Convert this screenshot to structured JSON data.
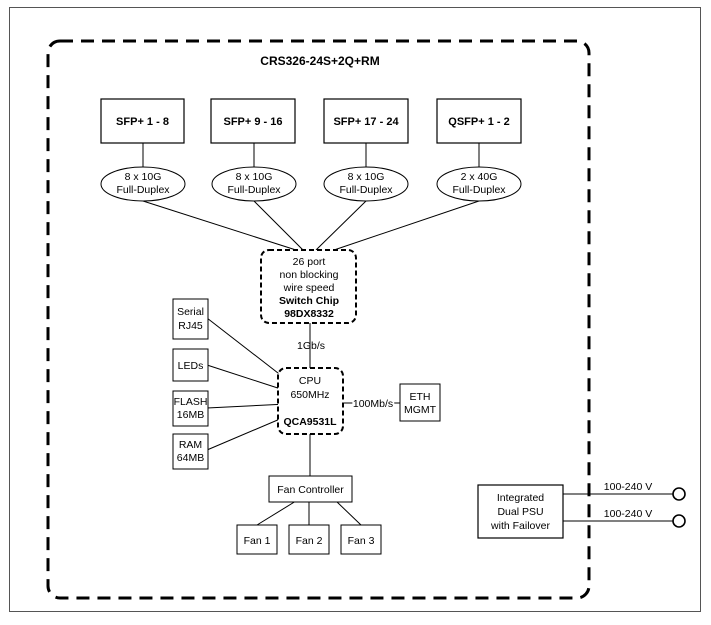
{
  "diagram": {
    "title": "CRS326-24S+2Q+RM",
    "ports": [
      {
        "label": "SFP+ 1 - 8",
        "speed": "8 x 10G",
        "duplex": "Full-Duplex"
      },
      {
        "label": "SFP+ 9 - 16",
        "speed": "8 x 10G",
        "duplex": "Full-Duplex"
      },
      {
        "label": "SFP+ 17 - 24",
        "speed": "8 x 10G",
        "duplex": "Full-Duplex"
      },
      {
        "label": "QSFP+ 1 - 2",
        "speed": "2 x 40G",
        "duplex": "Full-Duplex"
      }
    ],
    "switch_chip": {
      "line1": "26 port",
      "line2": "non blocking",
      "line3": "wire speed",
      "line4": "Switch Chip",
      "line5": "98DX8332"
    },
    "uplink_label": "1Gb/s",
    "cpu": {
      "line1": "CPU",
      "line2": "650MHz",
      "line3": "QCA9531L"
    },
    "peripherals": [
      {
        "line1": "Serial",
        "line2": "RJ45"
      },
      {
        "line1": "LEDs",
        "line2": ""
      },
      {
        "line1": "FLASH",
        "line2": "16MB"
      },
      {
        "line1": "RAM",
        "line2": "64MB"
      }
    ],
    "eth_link_label": "100Mb/s",
    "eth": {
      "line1": "ETH",
      "line2": "MGMT"
    },
    "fan_controller": "Fan Controller",
    "fans": [
      "Fan 1",
      "Fan 2",
      "Fan 3"
    ],
    "psu": {
      "line1": "Integrated",
      "line2": "Dual PSU",
      "line3": "with Failover"
    },
    "power_inputs": [
      "100-240 V",
      "100-240 V"
    ]
  }
}
